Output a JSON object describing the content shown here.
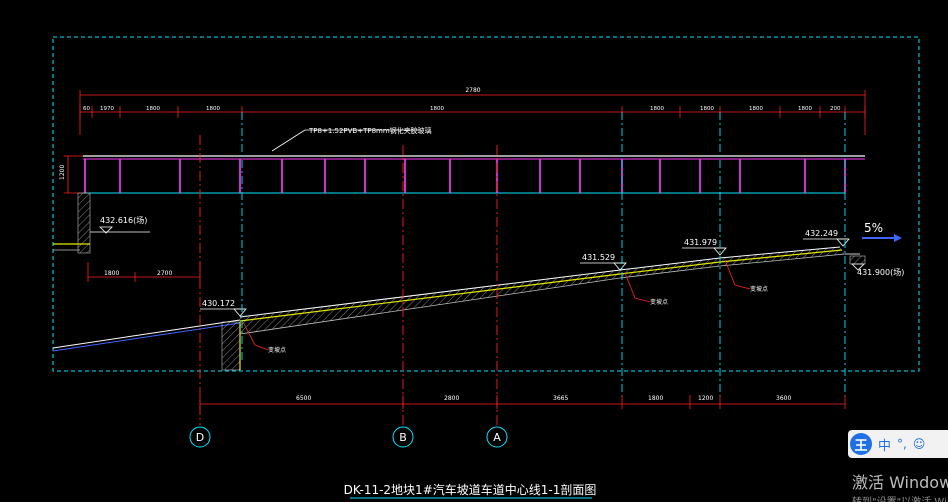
{
  "drawing": {
    "overall_dim": "2780",
    "top_dims": [
      "60",
      "1970",
      "1800",
      "1800",
      "1800",
      "1800",
      "1800",
      "1800",
      "1800",
      "200"
    ],
    "left_dims": [
      "1800",
      "2700"
    ],
    "bottom_dims": [
      "6500",
      "2800",
      "3665",
      "1800",
      "1200",
      "3600"
    ],
    "height_dim": "1200",
    "glass_callout": "TP8+1.52PVB+TP8mm钢化夹胶玻璃",
    "elev_left_ground": "432.616(场)",
    "elev_1": "430.172",
    "elev_2": "431.529",
    "elev_3": "431.979",
    "elev_4": "432.249",
    "elev_right_ground": "431.900(场)",
    "slope": "5%",
    "change_label": "变坡点",
    "axis_labels": [
      "D",
      "B",
      "A"
    ],
    "title": "DK-11-2地块1#汽车坡道车道中心线1-1剖面图",
    "colors": {
      "cyan": "#00e5ff",
      "yellow": "#e8e800",
      "red": "#ff2020",
      "magenta": "#ff3cff",
      "blue": "#3b66ff",
      "white": "#ffffff"
    }
  },
  "ime": {
    "logo": "王",
    "mode": "中",
    "punct": "°,",
    "emoji": "☺"
  },
  "watermark": {
    "line1": "激活 Windows",
    "line2": "转到\"设置\"以激活 Windows"
  }
}
